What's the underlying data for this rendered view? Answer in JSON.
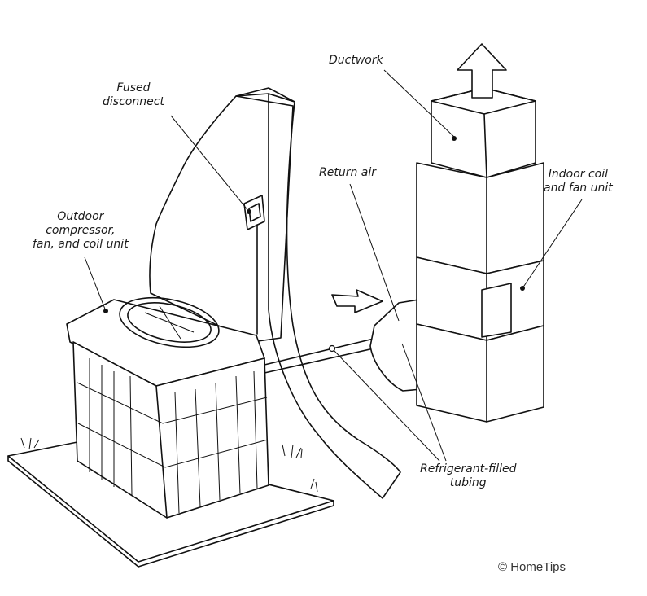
{
  "labels": {
    "ductwork": "Ductwork",
    "fused_disconnect": [
      "Fused",
      "disconnect"
    ],
    "return_air": "Return air",
    "indoor_coil": [
      "Indoor coil",
      "and fan unit"
    ],
    "outdoor_unit": [
      "Outdoor",
      "compressor,",
      "fan, and coil unit"
    ],
    "refrigerant_tubing": [
      "Refrigerant-filled",
      "tubing"
    ]
  },
  "copyright": "© HomeTips"
}
